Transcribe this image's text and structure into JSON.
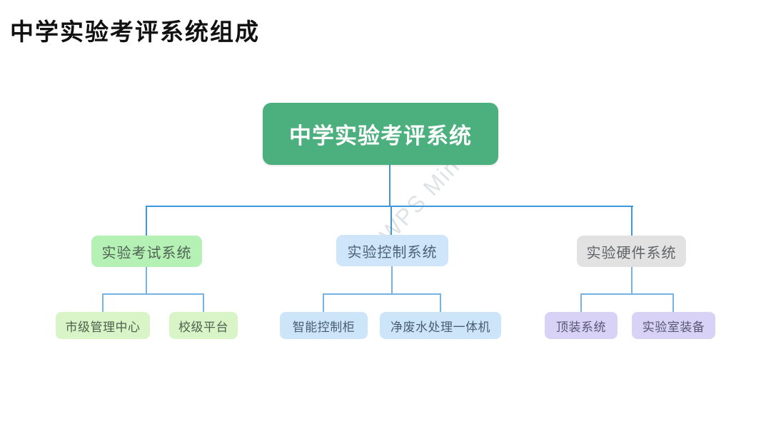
{
  "page_title": "中学实验考评系统组成",
  "watermark": "WPS Mind",
  "colors": {
    "root_bg": "#4caf7e",
    "root_text": "#ffffff",
    "branch_exam_bg": "#b5f0b5",
    "branch_control_bg": "#cfe6fa",
    "branch_hardware_bg": "#e2e2e2",
    "leaf_green_bg": "#d9f4c6",
    "leaf_blue_bg": "#cde5f8",
    "leaf_purple_bg": "#d8d3f6",
    "connector_primary": "#3d97dc",
    "connector_secondary": "#74b3e4",
    "title_text": "#111111",
    "canvas_bg": "#ffffff"
  },
  "tree": {
    "root": {
      "label": "中学实验考评系统"
    },
    "children": [
      {
        "label": "实验考试系统",
        "children": [
          {
            "label": "市级管理中心"
          },
          {
            "label": "校级平台"
          }
        ]
      },
      {
        "label": "实验控制系统",
        "children": [
          {
            "label": "智能控制柜"
          },
          {
            "label": "净废水处理一体机"
          }
        ]
      },
      {
        "label": "实验硬件系统",
        "children": [
          {
            "label": "顶装系统"
          },
          {
            "label": "实验室装备"
          }
        ]
      }
    ]
  }
}
